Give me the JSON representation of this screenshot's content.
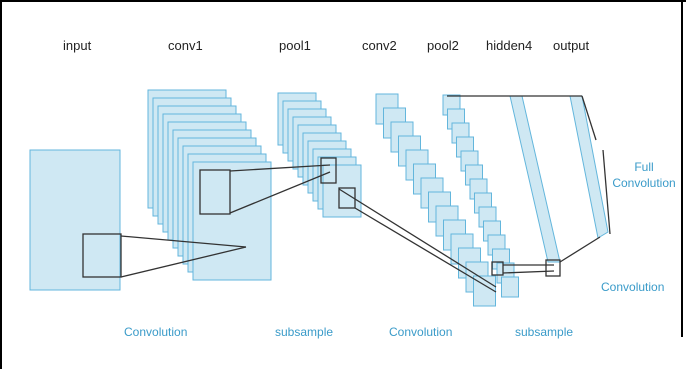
{
  "layers": [
    {
      "key": "input",
      "label": "input"
    },
    {
      "key": "conv1",
      "label": "conv1"
    },
    {
      "key": "pool1",
      "label": "pool1"
    },
    {
      "key": "conv2",
      "label": "conv2"
    },
    {
      "key": "pool2",
      "label": "pool2"
    },
    {
      "key": "hidden4",
      "label": "hidden4"
    },
    {
      "key": "output",
      "label": "output"
    }
  ],
  "operations": {
    "convolution_1": "Convolution",
    "subsample_1": "subsample",
    "convolution_2": "Convolution",
    "subsample_2": "subsample",
    "full_convolution_line1": "Full",
    "full_convolution_line2": "Convolution",
    "convolution_right": "Convolution"
  },
  "colors": {
    "fill": "#cfe8f3",
    "stroke": "#63b6dc",
    "label_blue": "#3a9bc9",
    "lines": "#333333"
  }
}
